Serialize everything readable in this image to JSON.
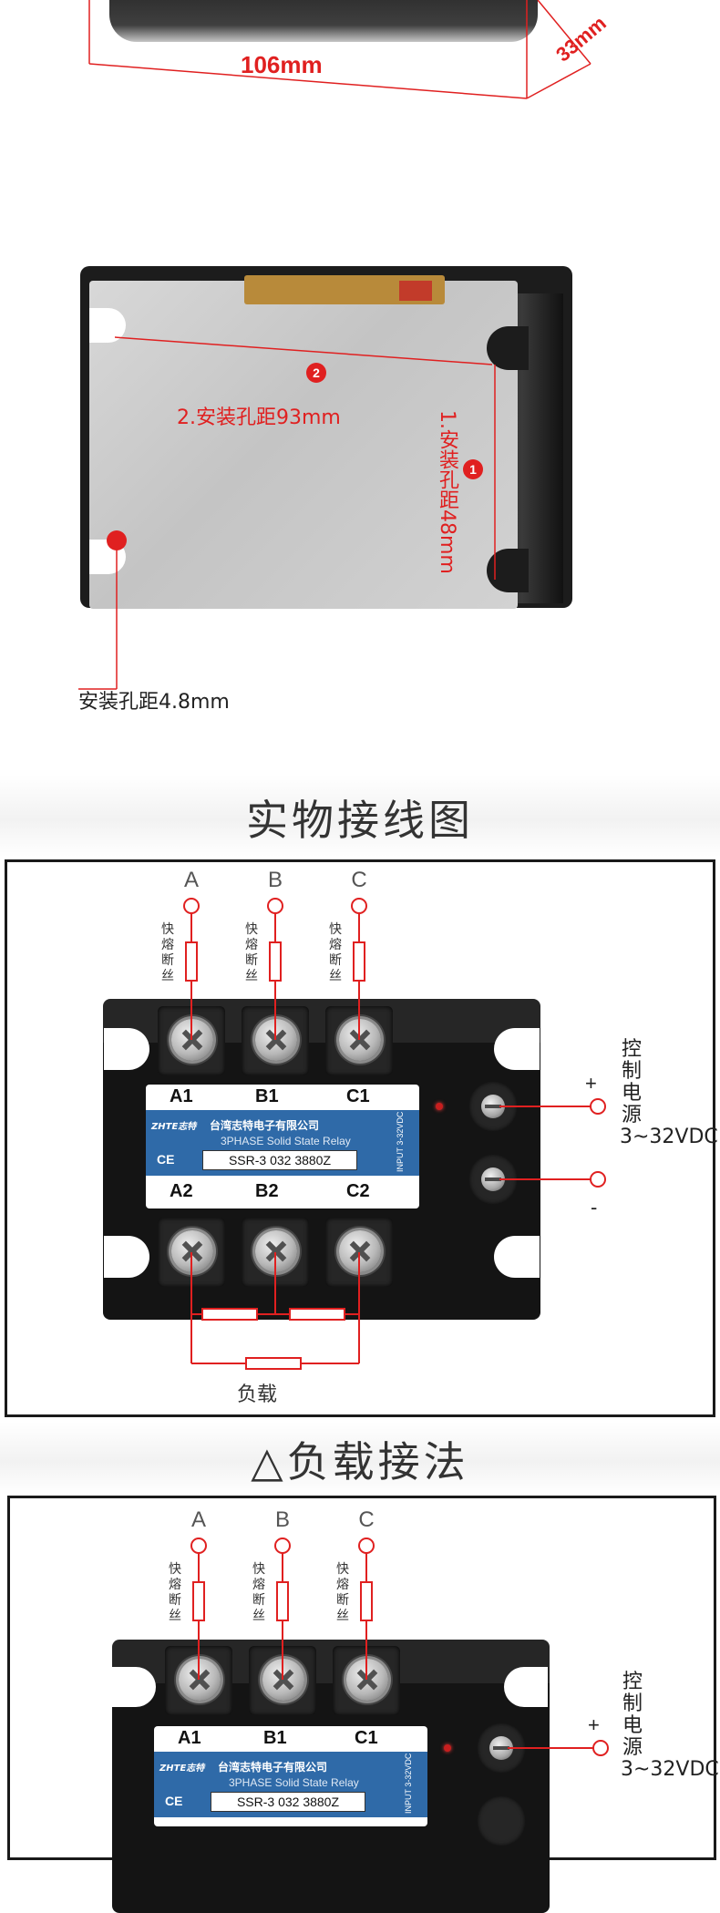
{
  "top_dimensions": {
    "width_label": "106mm",
    "depth_label": "33mm"
  },
  "mounting_photo": {
    "badge_1": "1",
    "badge_2": "2",
    "hole_spacing_label": "2.安装孔距93mm",
    "hole_spacing_vertical_label": "1.安装孔距48mm",
    "hole_diameter_label": "安装孔距4.8mm"
  },
  "wiring_section": {
    "title": "实物接线图"
  },
  "load_section": {
    "title": "△负载接法"
  },
  "diagram": {
    "phases": [
      "A",
      "B",
      "C"
    ],
    "fuse_label": "快熔断丝",
    "top_terminals": [
      "A1",
      "B1",
      "C1"
    ],
    "bottom_terminals": [
      "A2",
      "B2",
      "C2"
    ],
    "company": "台湾志特电子有限公司",
    "brand": "ZHTE志特",
    "phase_text": "3PHASE  Solid State Relay",
    "model": "SSR-3 032 3880Z",
    "ce": "CE",
    "input_text": "INPUT 3-32VDC",
    "control_label": "控制电源3~32VDC",
    "plus": "+",
    "minus": "-",
    "load_label": "负载"
  },
  "colors": {
    "accent_red": "#e02020",
    "panel_blue": "#2f6aa8",
    "relay_black": "#141414"
  }
}
